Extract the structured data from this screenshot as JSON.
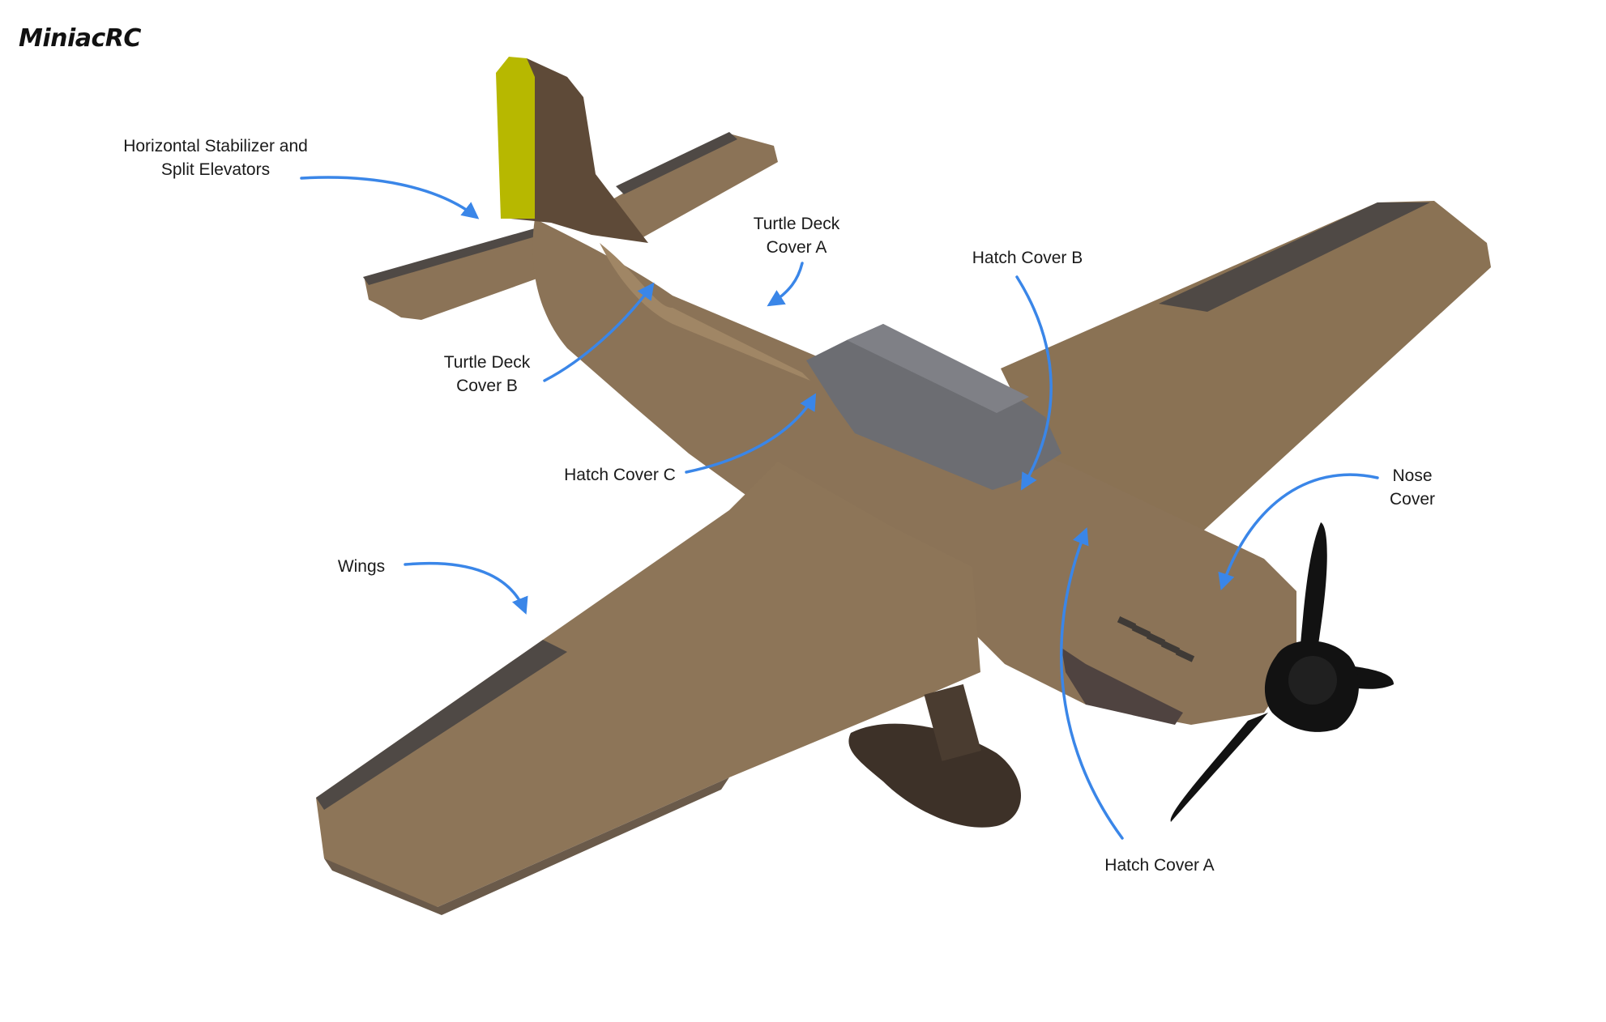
{
  "brand": "MiniacRC",
  "colors": {
    "arrow": "#3a86e8",
    "body": "#8b7357",
    "body_dark": "#5e4a38",
    "control_surface": "#4f4945",
    "canopy": "#6c6d72",
    "tail_tip": "#b7b800",
    "propeller": "#121212"
  },
  "labels": [
    {
      "id": "horizontal-stabilizer",
      "lines": [
        "Horizontal Stabilizer and",
        "Split Elevators"
      ]
    },
    {
      "id": "turtle-deck-cover-a",
      "lines": [
        "Turtle Deck",
        "Cover A"
      ]
    },
    {
      "id": "hatch-cover-b",
      "lines": [
        "Hatch Cover B"
      ]
    },
    {
      "id": "turtle-deck-cover-b",
      "lines": [
        "Turtle Deck",
        "Cover B"
      ]
    },
    {
      "id": "hatch-cover-c",
      "lines": [
        "Hatch Cover C"
      ]
    },
    {
      "id": "nose-cover",
      "lines": [
        "Nose",
        "Cover"
      ]
    },
    {
      "id": "wings",
      "lines": [
        "Wings"
      ]
    },
    {
      "id": "hatch-cover-a",
      "lines": [
        "Hatch Cover A"
      ]
    }
  ]
}
